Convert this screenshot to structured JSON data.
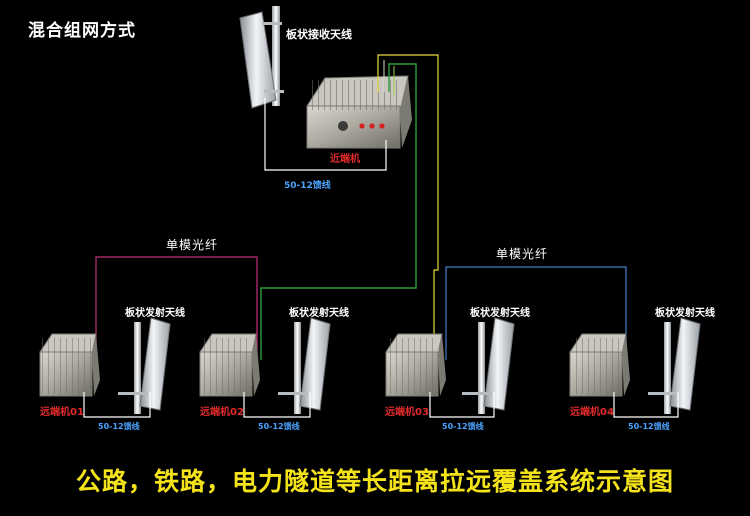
{
  "title": "混合组网方式",
  "receive_antenna_label": "板状接收天线",
  "near_end_label": "近端机",
  "near_cable_label": "50-12馈线",
  "fiber_left_label": "单模光纤",
  "fiber_right_label": "单模光纤",
  "remotes": [
    {
      "unit_label": "远端机01",
      "antenna_label": "板状发射天线",
      "cable_label": "50-12馈线"
    },
    {
      "unit_label": "远端机02",
      "antenna_label": "板状发射天线",
      "cable_label": "50-12馈线"
    },
    {
      "unit_label": "远端机03",
      "antenna_label": "板状发射天线",
      "cable_label": "50-12馈线"
    },
    {
      "unit_label": "远端机04",
      "antenna_label": "板状发射天线",
      "cable_label": "50-12馈线"
    }
  ],
  "footer": "公路，铁路，电力隧道等长距离拉远覆盖系统示意图",
  "colors": {
    "fiber_pink": "#c2307a",
    "fiber_green": "#2e9a3c",
    "fiber_yellow": "#e6d83a",
    "fiber_blue": "#3f7fc4",
    "cable_white": "#ffffff",
    "label_red": "#e32a2a",
    "label_blue": "#4aa3ff",
    "footer_yellow": "#f4e21a"
  }
}
